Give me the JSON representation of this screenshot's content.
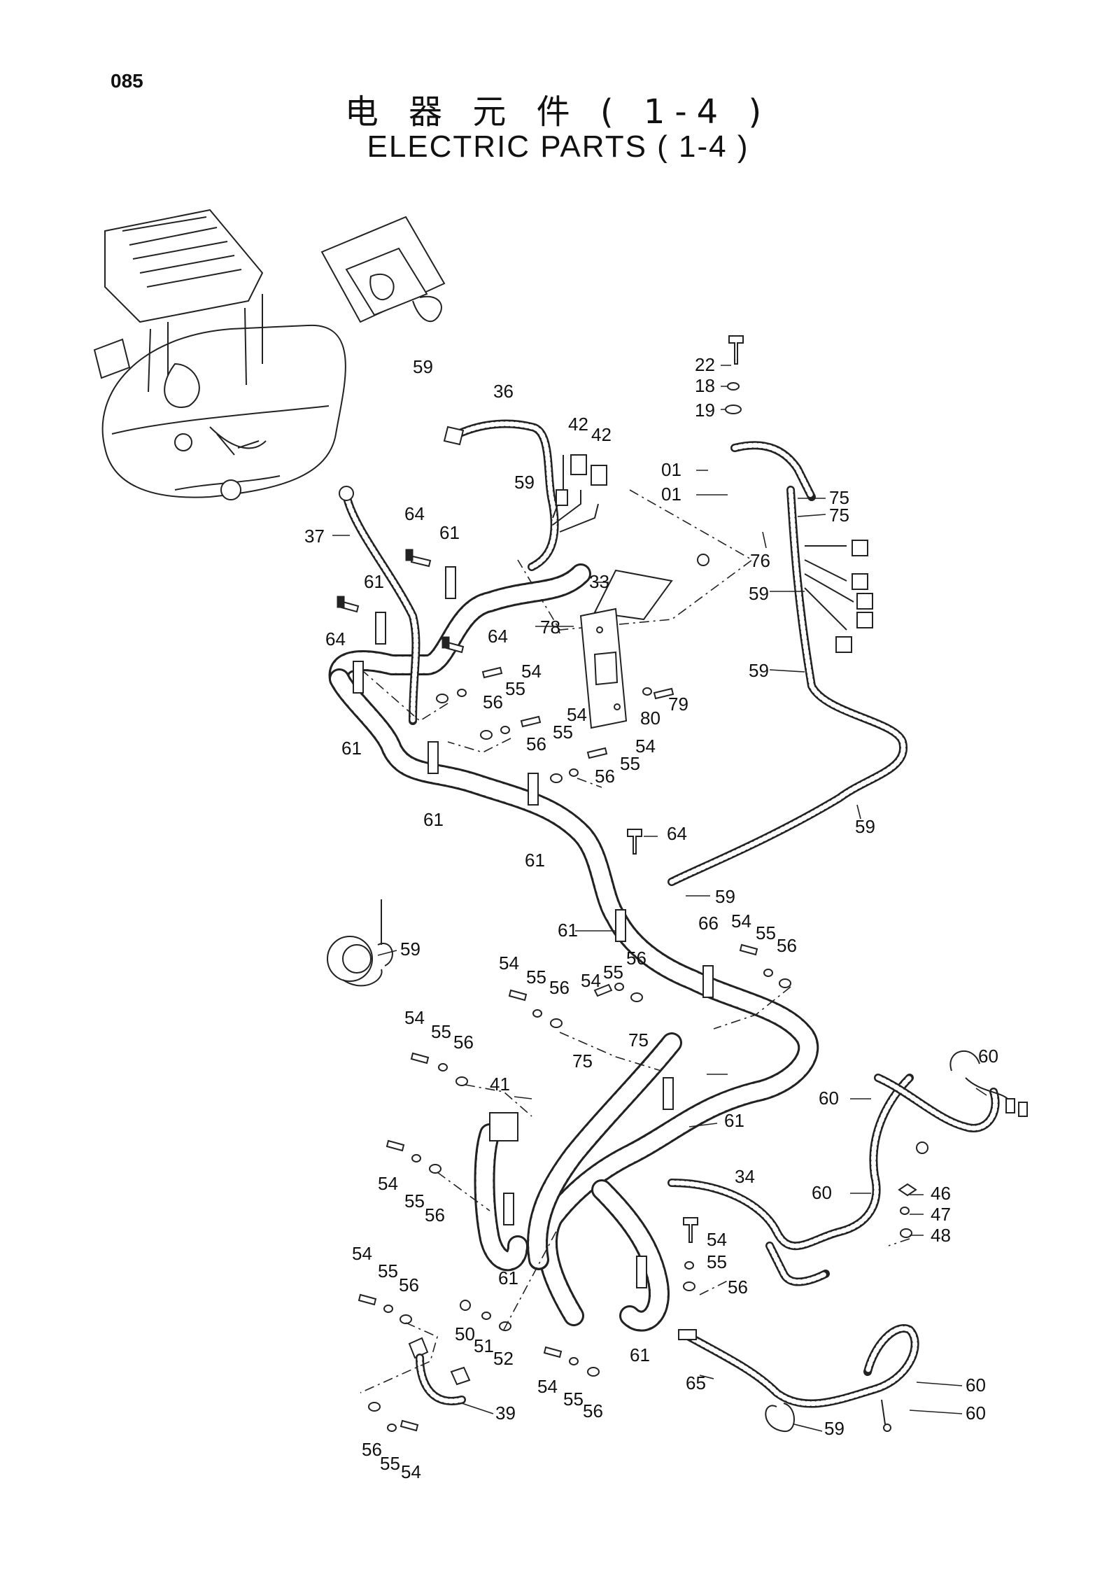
{
  "page_number": "085",
  "title_cn": "电 器 元 件 ( 1-4 )",
  "title_en": "ELECTRIC  PARTS ( 1-4 )",
  "callouts": {
    "c59a": "59",
    "c22": "22",
    "c18": "18",
    "c19": "19",
    "c36": "36",
    "c42a": "42",
    "c42b": "42",
    "c01a": "01",
    "c01b": "01",
    "c75a": "75",
    "c75b": "75",
    "c59b": "59",
    "c37": "37",
    "c64a": "64",
    "c61a": "61",
    "c76": "76",
    "c33": "33",
    "c59c": "59",
    "c61b": "61",
    "c64b": "64",
    "c64c": "64",
    "c78": "78",
    "c59d": "59",
    "c54a": "54",
    "c55a": "55",
    "c56a": "56",
    "c54b": "54",
    "c55b": "55",
    "c56b": "56",
    "c80": "80",
    "c79": "79",
    "c54c": "54",
    "c55c": "55",
    "c56c": "56",
    "c61c": "61",
    "c61d": "61",
    "c61e": "61",
    "c64d": "64",
    "c59e": "59",
    "c59f": "59",
    "c61f": "61",
    "c66": "66",
    "c54d": "54",
    "c55d": "55",
    "c56d": "56",
    "c59g": "59",
    "c54e": "54",
    "c55e": "55",
    "c56e": "56",
    "c54f": "54",
    "c55f": "55",
    "c56f": "56",
    "c54g": "54",
    "c55g": "55",
    "c56g": "56",
    "c75c": "75",
    "c75d": "75",
    "c41": "41",
    "c61g": "61",
    "c60a": "60",
    "c60b": "60",
    "c54h": "54",
    "c55h": "55",
    "c56h": "56",
    "c34": "34",
    "c60c": "60",
    "c46": "46",
    "c47": "47",
    "c48": "48",
    "c61h": "61",
    "c54i": "54",
    "c55i": "55",
    "c56i": "56",
    "c54j": "54",
    "c55j": "55",
    "c56j": "56",
    "c50": "50",
    "c51": "51",
    "c52": "52",
    "c61i": "61",
    "c65": "65",
    "c54k": "54",
    "c55k": "55",
    "c56k": "56",
    "c60d": "60",
    "c60e": "60",
    "c59h": "59",
    "c39": "39",
    "c56l": "56",
    "c55l": "55",
    "c54l": "54"
  }
}
